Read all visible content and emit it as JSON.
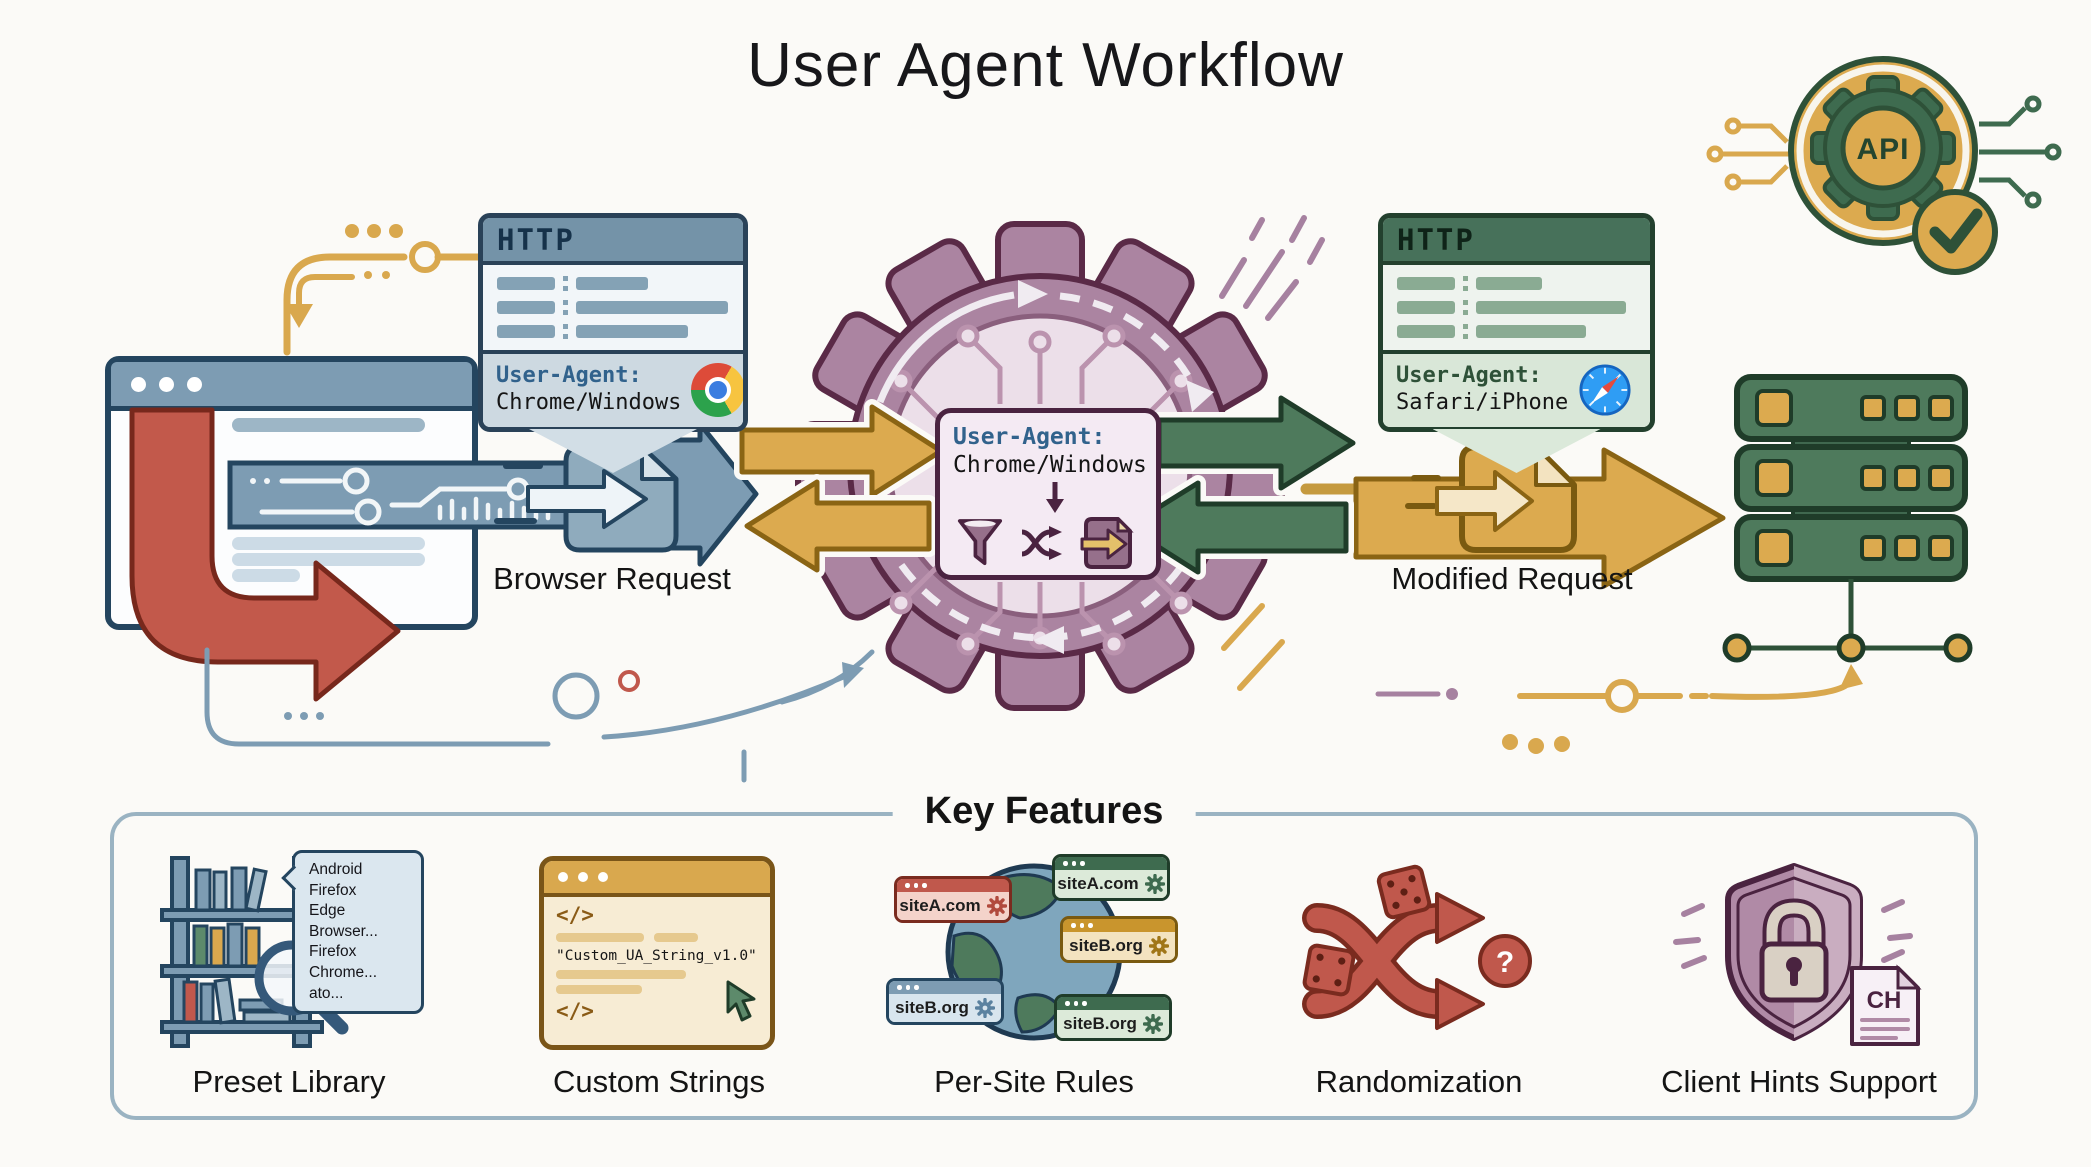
{
  "title": "User Agent Workflow",
  "api_badge": {
    "label": "API"
  },
  "browser_request_card": {
    "protocol": "HTTP",
    "ua_key": "User-Agent:",
    "ua_value": "Chrome/Windows",
    "browser": "Chrome"
  },
  "engine_panel": {
    "ua_key": "User-Agent:",
    "ua_value": "Chrome/Windows"
  },
  "modified_request_card": {
    "protocol": "HTTP",
    "ua_key": "User-Agent:",
    "ua_value": "Safari/iPhone",
    "browser": "Safari"
  },
  "labels": {
    "browser_request": "Browser Request",
    "modified_request": "Modified Request"
  },
  "key_features": {
    "title": "Key Features",
    "items": [
      {
        "label": "Preset Library",
        "list": [
          "Android",
          "Firefox",
          "Edge",
          "Browser...",
          "Firefox",
          "Chrome...",
          "ato..."
        ]
      },
      {
        "label": "Custom Strings",
        "code": "\"Custom_UA_String_v1.0\"",
        "code_tag_open": "</>",
        "code_tag_close": "</>"
      },
      {
        "label": "Per-Site Rules",
        "tags": [
          {
            "text": "siteA.com",
            "color": "red"
          },
          {
            "text": "siteA.com",
            "color": "green"
          },
          {
            "text": "siteB.org",
            "color": "gold"
          },
          {
            "text": "siteB.org",
            "color": "blue"
          },
          {
            "text": "siteB.org",
            "color": "green"
          }
        ]
      },
      {
        "label": "Randomization",
        "symbol": "?"
      },
      {
        "label": "Client Hints Support",
        "doc_label": "CH"
      }
    ]
  },
  "palette": {
    "background": "#fbfaf7",
    "navy": "#24455f",
    "blue_gray": "#7d9cb3",
    "red": "#c0584c",
    "gold": "#dcaa4f",
    "green": "#4e7a5c",
    "mauve": "#ab84a1",
    "dark_purple": "#4a2340"
  }
}
